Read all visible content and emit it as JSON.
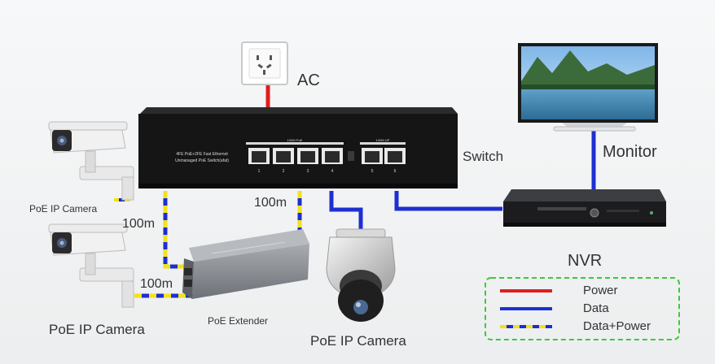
{
  "labels": {
    "ac": "AC",
    "switch": "Switch",
    "monitor": "Monitor",
    "nvr": "NVR",
    "cam_top": "PoE IP Camera",
    "cam_bottom": "PoE IP Camera",
    "cam_dome": "PoE IP Camera",
    "extender": "PoE Extender",
    "dist_left_top": "100m",
    "dist_left_bottom": "100m",
    "dist_center": "100m"
  },
  "switch_panel": {
    "model_line1": "4FE PoE+2FE Fast Ethernet",
    "model_line2": "Unmanaged PoE Switch(afat)",
    "group_poe": "100M PoE",
    "group_uplink": "100M UP",
    "port_numbers": [
      "1",
      "2",
      "3",
      "4",
      "5",
      "6"
    ]
  },
  "legend": {
    "items": [
      {
        "label": "Power",
        "kind": "power"
      },
      {
        "label": "Data",
        "kind": "data"
      },
      {
        "label": "Data+Power",
        "kind": "data-power"
      }
    ]
  },
  "colors": {
    "power": "#e01e1e",
    "data": "#1d2fd0",
    "poe_yellow": "#f2e21a",
    "legend_border": "#3ec83e"
  }
}
